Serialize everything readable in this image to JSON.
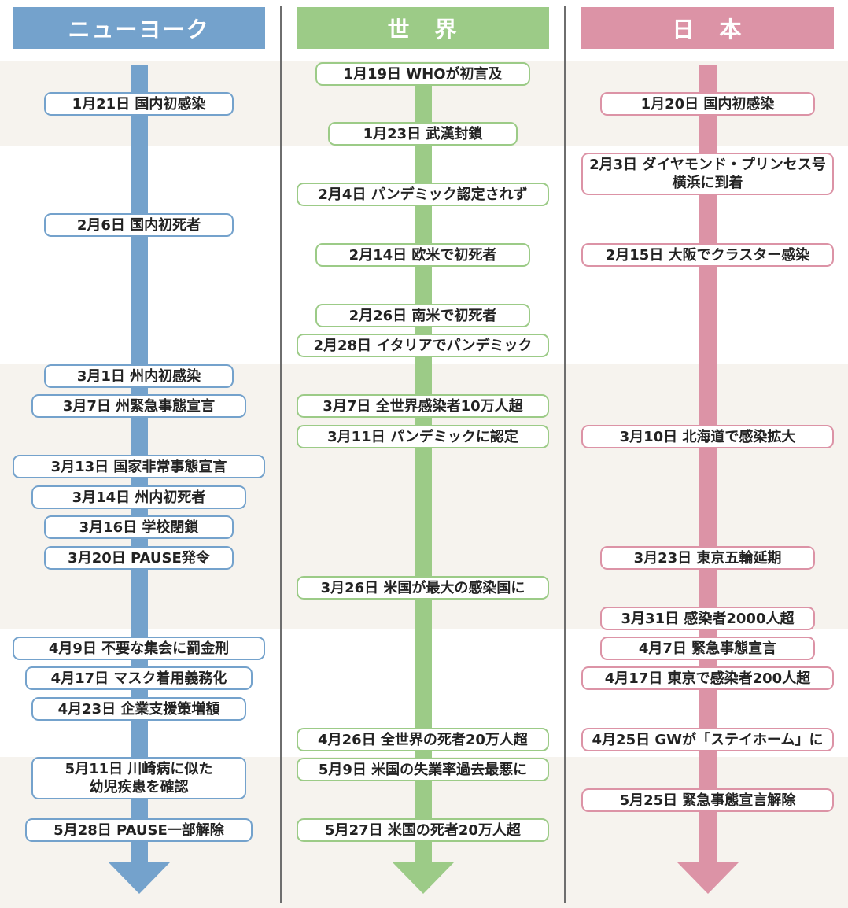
{
  "colors": {
    "new_york": "#74a2cc",
    "world": "#9ccb87",
    "japan": "#dc93a6",
    "band": "#f6f3ee",
    "divider": "#6e6e6e"
  },
  "columns": {
    "new_york": {
      "header": "ニューヨーク",
      "events": [
        "1月21日  国内初感染",
        "2月6日  国内初死者",
        "3月1日  州内初感染",
        "3月7日  州緊急事態宣言",
        "3月13日  国家非常事態宣言",
        "3月14日  州内初死者",
        "3月16日  学校閉鎖",
        "3月20日  PAUSE発令",
        "4月9日  不要な集会に罰金刑",
        "4月17日  マスク着用義務化",
        "4月23日  企業支援策増額",
        "5月11日  川崎病に似た\n幼児疾患を確認",
        "5月28日  PAUSE一部解除"
      ]
    },
    "world": {
      "header": "世　界",
      "events": [
        "1月19日  WHOが初言及",
        "1月23日  武漢封鎖",
        "2月4日  パンデミック認定されず",
        "2月14日  欧米で初死者",
        "2月26日  南米で初死者",
        "2月28日  イタリアでパンデミック",
        "3月7日  全世界感染者10万人超",
        "3月11日  パンデミックに認定",
        "3月26日  米国が最大の感染国に",
        "4月26日  全世界の死者20万人超",
        "5月9日  米国の失業率過去最悪に",
        "5月27日  米国の死者20万人超"
      ]
    },
    "japan": {
      "header": "日　本",
      "events": [
        "1月20日  国内初感染",
        "2月3日  ダイヤモンド・プリンセス号\n横浜に到着",
        "2月15日  大阪でクラスター感染",
        "3月10日  北海道で感染拡大",
        "3月23日  東京五輪延期",
        "3月31日  感染者2000人超",
        "4月7日  緊急事態宣言",
        "4月17日  東京で感染者200人超",
        "4月25日  GWが「ステイホーム」に",
        "5月25日  緊急事態宣言解除"
      ]
    }
  }
}
